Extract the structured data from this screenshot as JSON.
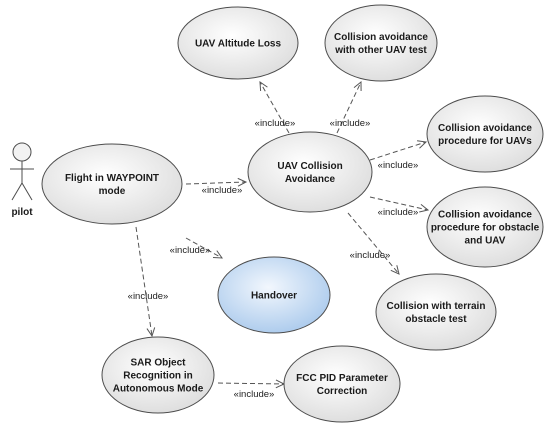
{
  "actor": {
    "name": "pilot"
  },
  "use_cases": [
    {
      "id": "flight",
      "lines": [
        "Flight in WAYPOINT",
        "mode"
      ],
      "highlighted": false
    },
    {
      "id": "collision",
      "lines": [
        "UAV Collision",
        "Avoidance"
      ],
      "highlighted": false
    },
    {
      "id": "altitude",
      "lines": [
        "UAV Altitude Loss"
      ],
      "highlighted": false
    },
    {
      "id": "other_uav",
      "lines": [
        "Collision avoidance",
        "with other UAV test"
      ],
      "highlighted": false
    },
    {
      "id": "procedure_uavs",
      "lines": [
        "Collision avoidance",
        "procedure for UAVs"
      ],
      "highlighted": false
    },
    {
      "id": "procedure_obstacle",
      "lines": [
        "Collision avoidance",
        "procedure for obstacle",
        "and UAV"
      ],
      "highlighted": false
    },
    {
      "id": "terrain",
      "lines": [
        "Collision with terrain",
        "obstacle test"
      ],
      "highlighted": false
    },
    {
      "id": "handover",
      "lines": [
        "Handover"
      ],
      "highlighted": true
    },
    {
      "id": "sar",
      "lines": [
        "SAR Object",
        "Recognition in",
        "Autonomous Mode"
      ],
      "highlighted": false
    },
    {
      "id": "fcc",
      "lines": [
        "FCC PID Parameter",
        "Correction"
      ],
      "highlighted": false
    }
  ],
  "associations": [
    {
      "from": "pilot",
      "to": "flight"
    }
  ],
  "includes": [
    {
      "from": "flight",
      "to": "collision",
      "label": "«include»"
    },
    {
      "from": "flight",
      "to": "handover",
      "label": "«include»"
    },
    {
      "from": "flight",
      "to": "sar",
      "label": "«include»"
    },
    {
      "from": "collision",
      "to": "altitude",
      "label": "«include»"
    },
    {
      "from": "collision",
      "to": "other_uav",
      "label": "«include»"
    },
    {
      "from": "collision",
      "to": "procedure_uavs",
      "label": "«include»"
    },
    {
      "from": "collision",
      "to": "procedure_obstacle",
      "label": "«include»"
    },
    {
      "from": "collision",
      "to": "terrain",
      "label": "«include»"
    },
    {
      "from": "sar",
      "to": "fcc",
      "label": "«include»"
    }
  ],
  "colors": {
    "use_case_fill_light": "#ffffff",
    "use_case_fill_dark": "#dcdcdc",
    "highlight_fill_light": "#f2f7fd",
    "highlight_fill_dark": "#a9c9ec",
    "stroke": "#4d4d4d"
  }
}
